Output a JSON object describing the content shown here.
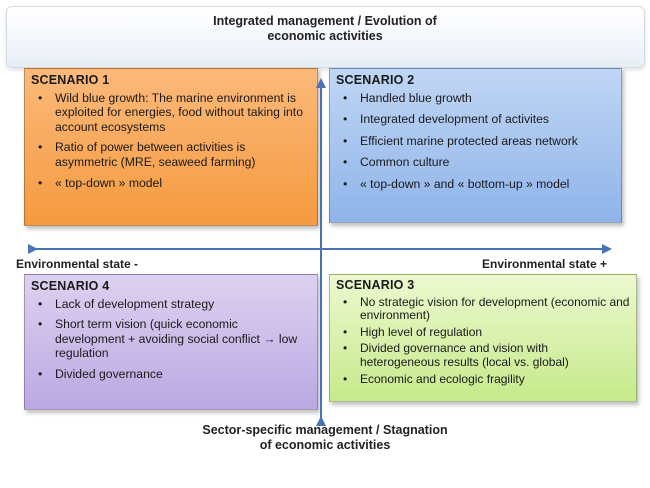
{
  "axes": {
    "top": "Integrated management / Evolution of economic activities",
    "bottom": "Sector-specific management / Stagnation of economic activities",
    "left": "Environmental state -",
    "right": "Environmental state +"
  },
  "colors": {
    "scenario1": "#f59a3f",
    "scenario2": "#8fb4ea",
    "scenario3": "#c6ea8b",
    "scenario4": "#bba8e2",
    "arrow": "#4a72b6"
  },
  "scenarios": [
    {
      "title": "SCENARIO 1",
      "items": [
        "Wild blue growth: The marine environment is exploited for energies, food without taking into account ecosystems",
        "Ratio of power between activities is asymmetric (MRE, seaweed farming)",
        "« top-down » model"
      ]
    },
    {
      "title": "SCENARIO 2",
      "items": [
        "Handled blue growth",
        "Integrated development of activites",
        "Efficient marine protected areas network",
        "Common culture",
        "« top-down » and « bottom-up » model"
      ]
    },
    {
      "title": "SCENARIO 3",
      "items": [
        "No strategic vision for development (economic and environment)",
        "High level of regulation",
        "Divided governance and vision with heterogeneous results (local vs. global)",
        "Economic and ecologic fragility"
      ]
    },
    {
      "title": "SCENARIO 4",
      "items": [
        "Lack of development strategy",
        "Short term vision (quick economic development + avoiding social conflict → low regulation",
        "Divided governance"
      ]
    }
  ]
}
